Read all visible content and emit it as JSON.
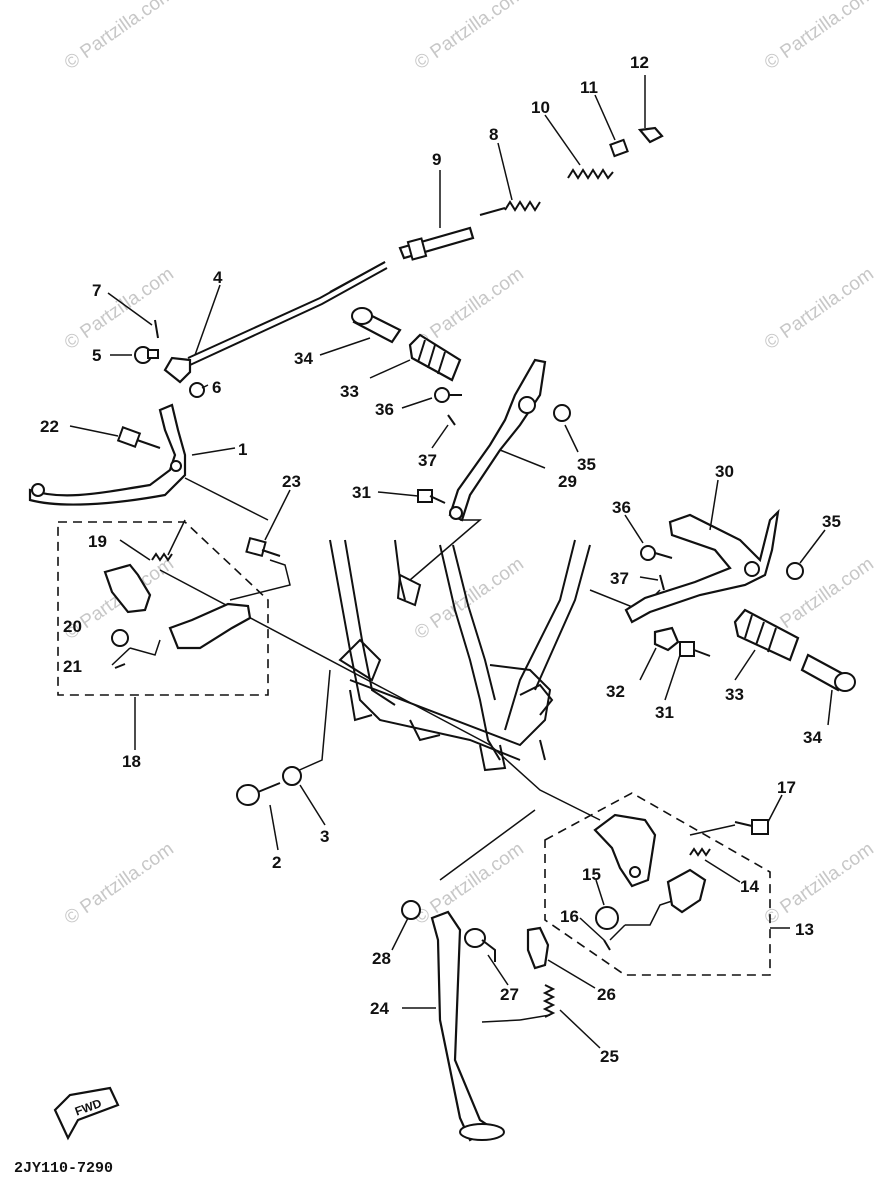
{
  "watermark": "© Partzilla.com",
  "diagram_code": "2JY110-7290",
  "fwd_label": "FWD",
  "callouts": {
    "c1": "1",
    "c2": "2",
    "c3": "3",
    "c4": "4",
    "c5": "5",
    "c6": "6",
    "c7": "7",
    "c8": "8",
    "c9": "9",
    "c10": "10",
    "c11": "11",
    "c12": "12",
    "c13": "13",
    "c14": "14",
    "c15": "15",
    "c16": "16",
    "c17": "17",
    "c18": "18",
    "c19": "19",
    "c20": "20",
    "c21": "21",
    "c22": "22",
    "c23": "23",
    "c24": "24",
    "c25": "25",
    "c26": "26",
    "c27": "27",
    "c28": "28",
    "c29": "29",
    "c30": "30",
    "c31a": "31",
    "c31b": "31",
    "c32": "32",
    "c33a": "33",
    "c33b": "33",
    "c34a": "34",
    "c34b": "34",
    "c35a": "35",
    "c35b": "35",
    "c36a": "36",
    "c36b": "36",
    "c37a": "37",
    "c37b": "37"
  }
}
